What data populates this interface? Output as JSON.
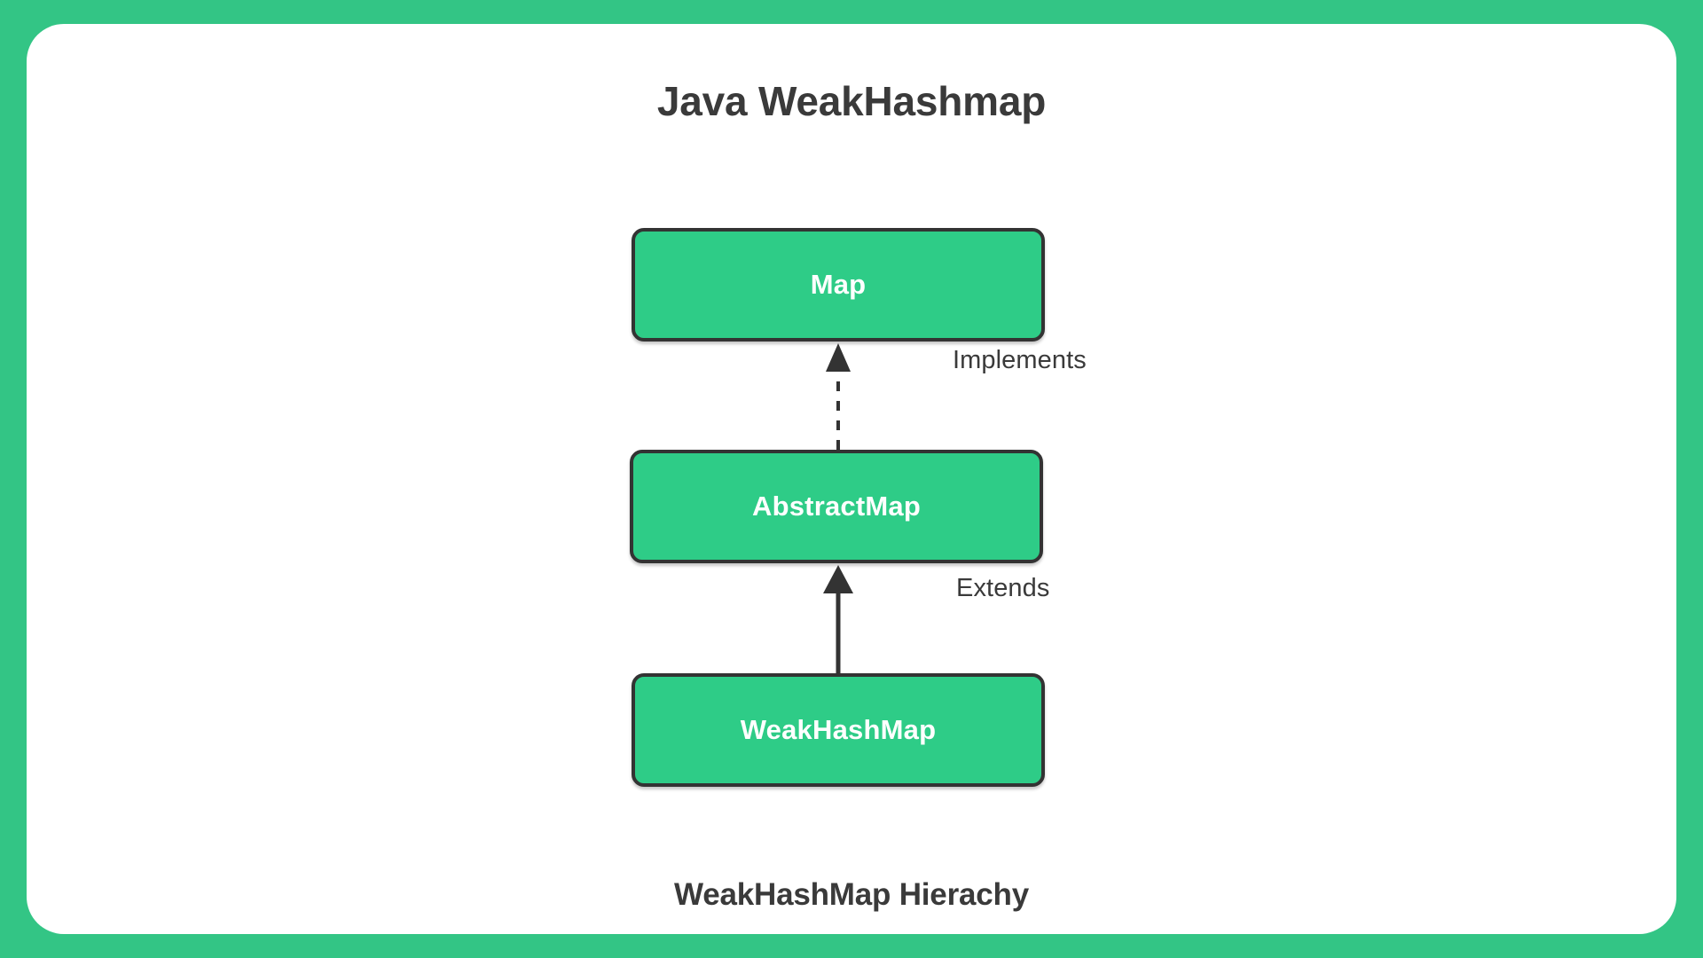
{
  "colors": {
    "frame_green": "#33c585",
    "card_white": "#ffffff",
    "node_fill": "#2ecc87",
    "node_border": "#333333",
    "node_text": "#ffffff",
    "heading_text": "#3a3a3a",
    "edge_stroke": "#333333"
  },
  "header": {
    "title": "Java WeakHashmap"
  },
  "footer": {
    "caption": "WeakHashMap Hierachy"
  },
  "chart_data": {
    "type": "diagram",
    "title": "Java WeakHashmap",
    "caption": "WeakHashMap Hierachy",
    "nodes": [
      {
        "id": "map",
        "label": "Map"
      },
      {
        "id": "abstract",
        "label": "AbstractMap"
      },
      {
        "id": "weak",
        "label": "WeakHashMap"
      }
    ],
    "edges": [
      {
        "from": "abstract",
        "to": "map",
        "label": "Implements",
        "style": "dashed",
        "arrow": "up"
      },
      {
        "from": "weak",
        "to": "abstract",
        "label": "Extends",
        "style": "solid",
        "arrow": "up"
      }
    ]
  },
  "diagram": {
    "nodes": {
      "map": {
        "label": "Map"
      },
      "abstract": {
        "label": "AbstractMap"
      },
      "weak": {
        "label": "WeakHashMap"
      }
    },
    "edges": {
      "implements": {
        "label": "Implements"
      },
      "extends": {
        "label": "Extends"
      }
    }
  }
}
